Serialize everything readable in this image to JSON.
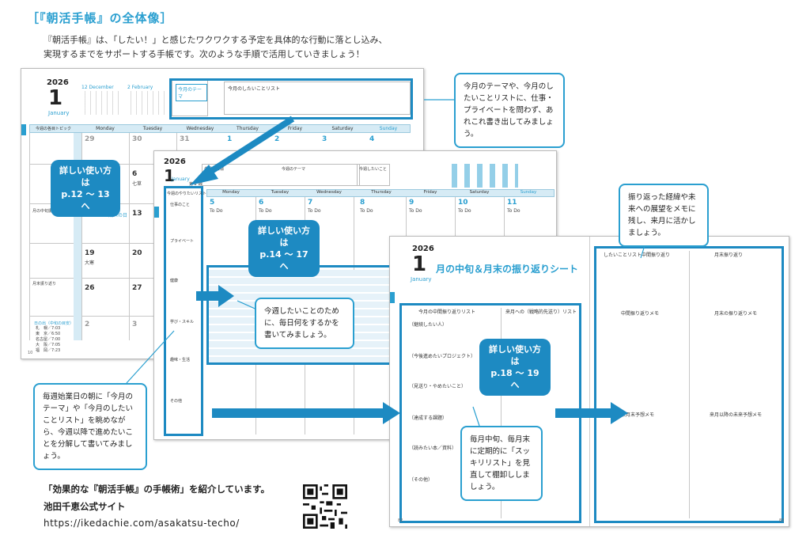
{
  "heading": "［『朝活手帳』の全体像］",
  "intro": {
    "line1": "『朝活手帳』は、「したい！」と感じたワクワクする予定を具体的な行動に落とし込み、",
    "line2": "実現するまでをサポートする手帳です。次のような手順で活用していきましょう！"
  },
  "page1": {
    "year": "2026",
    "month_num": "1",
    "month_name": "January",
    "mini_cal_1_label": "12 December",
    "mini_cal_2_label": "2 February",
    "theme_label": "今月のテーマ",
    "list_label": "今月のしたいことリスト",
    "weekly_topic_label": "今週の各目トピック",
    "weekdays": [
      "Monday",
      "Tuesday",
      "Wednesday",
      "Thursday",
      "Friday",
      "Saturday",
      "Sunday"
    ],
    "top_row_nums": [
      "29",
      "30",
      "31",
      "1",
      "2",
      "3",
      "4"
    ],
    "left_col": [
      {
        "num": "6",
        "sub": "七草"
      },
      {
        "num": "12",
        "sub": "成人の日"
      },
      {
        "num": "19",
        "sub": "大寒"
      },
      {
        "num": "26",
        "sub": ""
      },
      {
        "num": "2",
        "sub": ""
      }
    ],
    "right_col": [
      "13",
      "20",
      "27",
      "3"
    ],
    "row_labels": [
      "月の中旬振り返り",
      "月末振り返り"
    ],
    "sunrise_title": "日の出（中旬の目安）",
    "sunrise_list": [
      "札　幌／7:03",
      "東　京／6:50",
      "名古屋／7:00",
      "大　阪／7:05",
      "福　岡／7:23"
    ],
    "page_no": "10"
  },
  "page2": {
    "year": "2026",
    "month_num": "1",
    "month_name": "January",
    "week_label": "第 2 週",
    "goal_label": "今週の目標",
    "theme_label": "今週のテーマ",
    "want_label": "今週したいこと",
    "weekdays": [
      "Monday",
      "Tuesday",
      "Wednesday",
      "Thursday",
      "Friday",
      "Saturday",
      "Sunday"
    ],
    "day_nums": [
      "5",
      "6",
      "7",
      "8",
      "9",
      "10",
      "11"
    ],
    "todo_label": "To Do",
    "sidebar_title": "今週のやりたいリスト",
    "sidebar_items": [
      "仕事のこと",
      "プライベート",
      "健康",
      "学び・スキル",
      "趣味・生活",
      "その他"
    ]
  },
  "page3": {
    "year": "2026",
    "month_num": "1",
    "month_name": "January",
    "title": "月の中旬＆月末の振り返りシート",
    "left_header_1": "今月の中間振り返りリスト",
    "left_header_2": "来月への（戦略的先送り）リスト",
    "left_items": [
      "（継続したい人）",
      "（今後進めたいプロジェクト）",
      "（見送り・やめたいこと）",
      "（達成する課題）",
      "（読みたい本／資料）",
      "（その他）"
    ],
    "right_header_1": "したいことリスト中間振り返り",
    "right_header_2": "月末振り返り",
    "right_mid_1": "中間振り返りメモ",
    "right_mid_2": "月末の振り返りメモ",
    "right_low_1": "来月末予想メモ",
    "right_low_2": "来月以降の未来予想メモ",
    "page_left": "82",
    "page_right": "83"
  },
  "callouts": {
    "c1": "今月のテーマや、今月のしたいことリストに、仕事・プライベートを問わず、あれこれ書き出してみましょう。",
    "c2": "今週したいことのために、毎日何をするかを書いてみましょう。",
    "c3": "振り返った経緯や未来への展望をメモに残し、来月に活かしましょう。",
    "c4": "毎週始業日の朝に「今月のテーマ」や「今月のしたいことリスト」を眺めながら、今週以降で進めたいことを分解して書いてみましょう。",
    "c5": "毎月中旬、毎月末に定期的に「スッキリリスト」を見直して棚卸ししましょう。"
  },
  "pills": {
    "p1_line1": "詳しい使い方は",
    "p1_line2": "p.12 ～ 13 へ",
    "p2_line1": "詳しい使い方は",
    "p2_line2": "p.14 ～ 17 へ",
    "p3_line1": "詳しい使い方は",
    "p3_line2": "p.18 ～ 19 へ"
  },
  "footer": {
    "line1": "「効果的な『朝活手帳』の手帳術」を紹介しています。",
    "line2": "池田千恵公式サイト",
    "url": "https://ikedachie.com/asakatsu-techo/"
  },
  "colors": {
    "accent": "#2a9fd0",
    "accent_dark": "#1d8ac2",
    "highlight": "#d6ebf5"
  }
}
